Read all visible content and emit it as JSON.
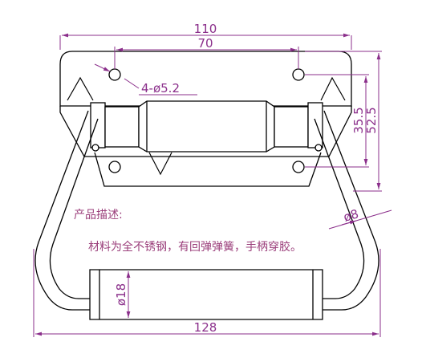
{
  "dimensions": {
    "overall_width": "110",
    "hole_spacing": "70",
    "holes": "4-ø5.2",
    "height_inner": "35.5",
    "height_outer": "52.5",
    "wire_diameter": "ø8",
    "grip_diameter": "ø18",
    "handle_width": "128"
  },
  "description": {
    "title": "产品描述:",
    "text": "材料为全不锈钢，有回弹弹簧，手柄穿胶。"
  },
  "colors": {
    "outline": "#000000",
    "dimension": "#8b2f8b",
    "note": "#9b3f7b"
  }
}
